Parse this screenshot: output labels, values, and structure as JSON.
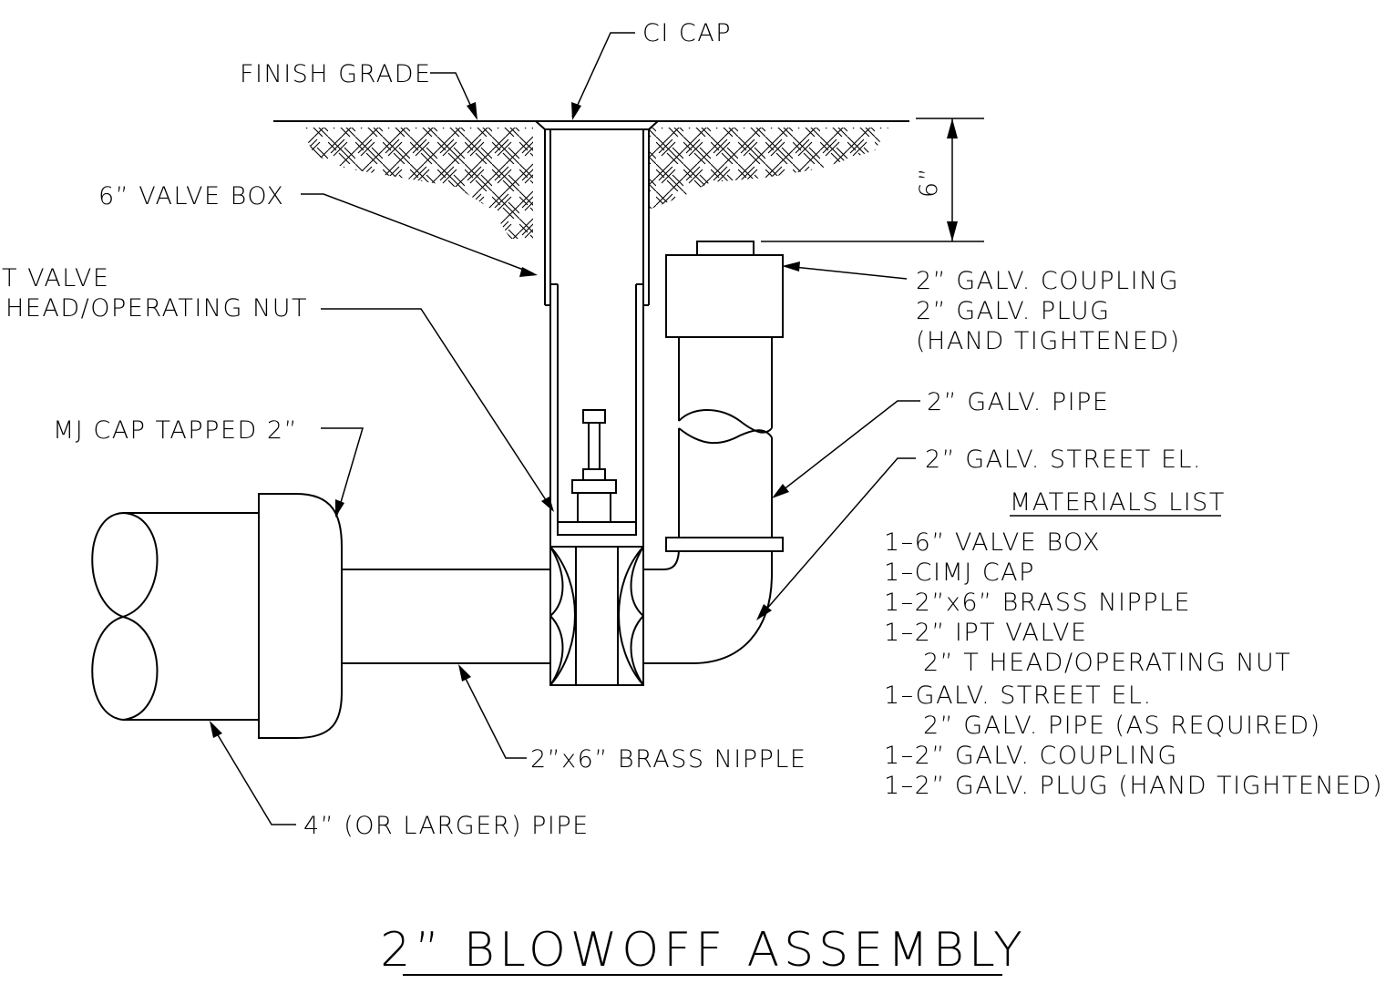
{
  "drawing": {
    "title": "2” BLOWOFF ASSEMBLY",
    "callouts": {
      "ci_cap": "CI CAP",
      "finish_grade": "FINISH GRADE",
      "valve_box": "6” VALVE BOX",
      "valve_line1": "T VALVE",
      "valve_line2": "HEAD/OPERATING NUT",
      "mj_cap": "MJ CAP TAPPED 2”",
      "dimension": "6”",
      "coupling_line1": "2” GALV. COUPLING",
      "coupling_line2": "2” GALV. PLUG",
      "coupling_line3": "(HAND TIGHTENED)",
      "galv_pipe": "2” GALV. PIPE",
      "street_el": "2” GALV. STREET EL.",
      "brass_nipple": "2”x6” BRASS NIPPLE",
      "large_pipe": "4” (OR LARGER) PIPE"
    },
    "materials_list": {
      "heading": "MATERIALS LIST",
      "items": [
        "1–6” VALVE BOX",
        "1–CIMJ CAP",
        "1–2”x6” BRASS NIPPLE",
        "1–2” IPT VALVE",
        "2” T HEAD/OPERATING NUT",
        "1–GALV. STREET EL.",
        "2” GALV. PIPE (AS REQUIRED)",
        "1–2” GALV. COUPLING",
        "1–2” GALV. PLUG (HAND TIGHTENED)"
      ]
    }
  }
}
